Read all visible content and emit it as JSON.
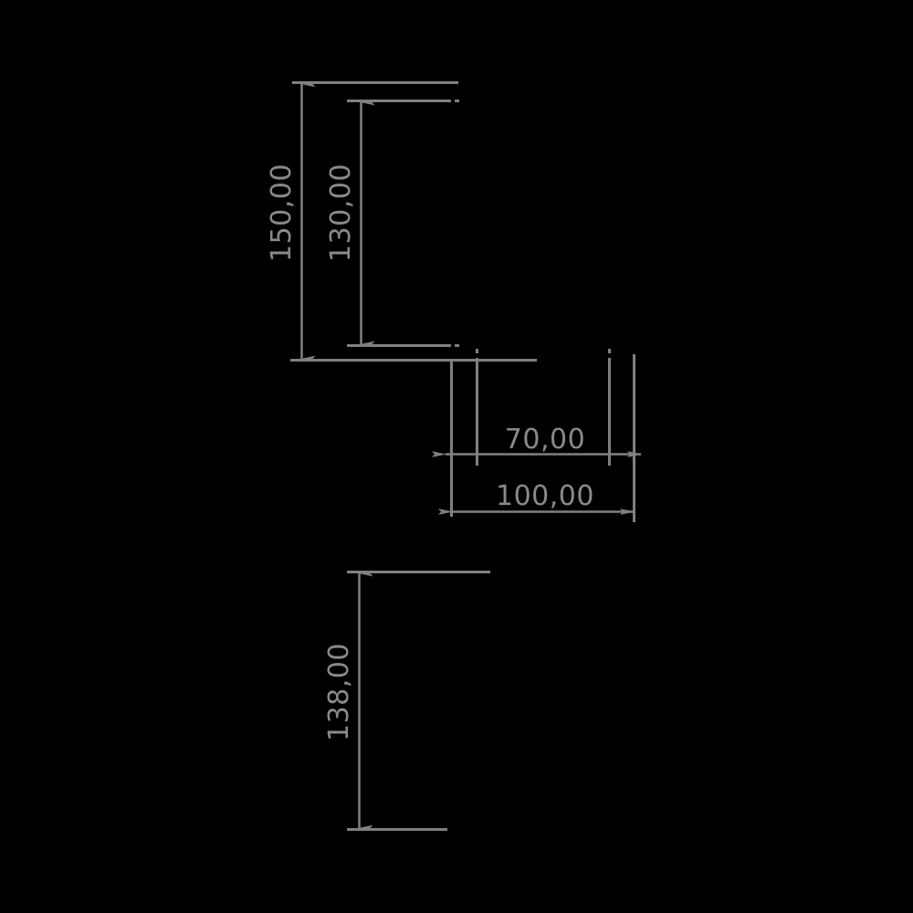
{
  "drawing": {
    "title": "Technical Dimension Drawing",
    "background_color": "#000000",
    "line_color": "#808080",
    "text_color": "#8a8a8a",
    "units_note": "",
    "decimal_separator": ","
  },
  "dimensions": {
    "height_overall": {
      "label": "150,00",
      "orientation": "vertical",
      "value": 150.0
    },
    "height_inner": {
      "label": "130,00",
      "orientation": "vertical",
      "value": 130.0
    },
    "width_inner": {
      "label": "70,00",
      "orientation": "horizontal",
      "value": 70.0
    },
    "width_overall": {
      "label": "100,00",
      "orientation": "horizontal",
      "value": 100.0
    },
    "height_lower": {
      "label": "138,00",
      "orientation": "vertical",
      "value": 138.0
    }
  }
}
